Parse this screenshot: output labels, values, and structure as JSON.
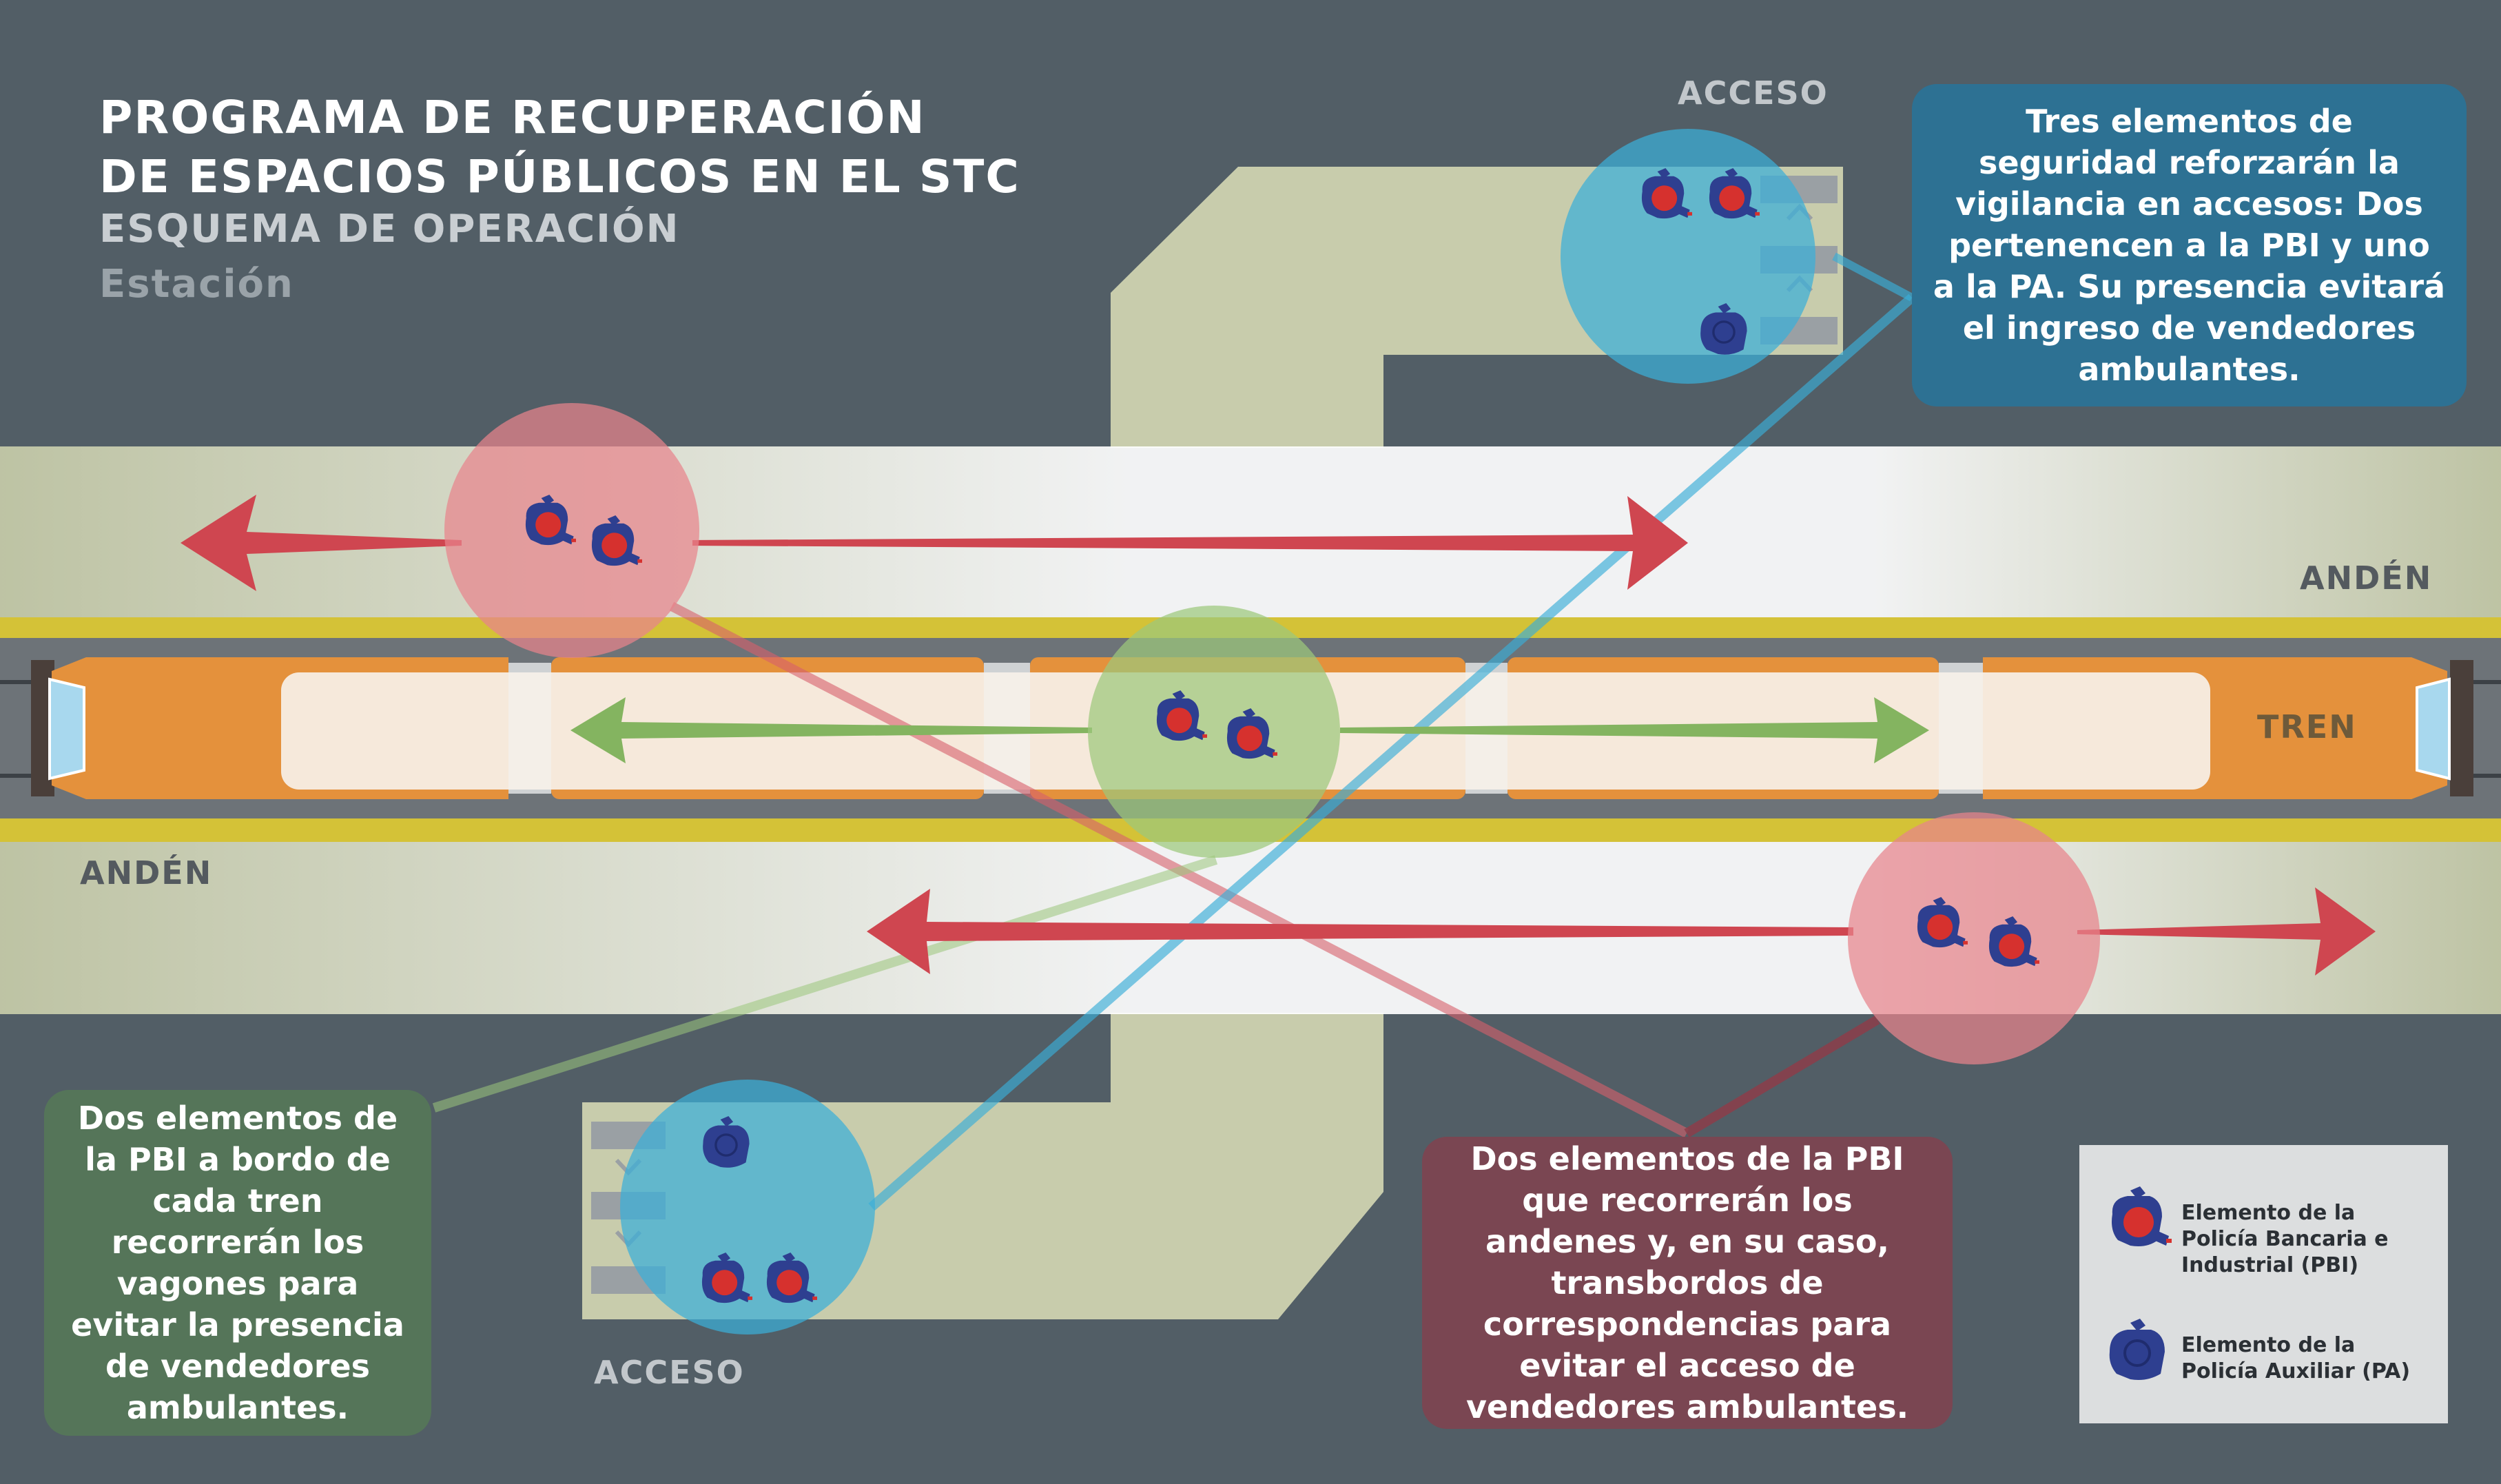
{
  "title": {
    "line1": "PROGRAMA DE RECUPERACIÓN",
    "line2": "DE ESPACIOS PÚBLICOS EN EL STC",
    "subtitle": "ESQUEMA DE OPERACIÓN",
    "station": "Estación"
  },
  "labels": {
    "access_top": "ACCESO",
    "access_bottom": "ACCESO",
    "platform_top": "ANDÉN",
    "platform_bottom": "ANDÉN",
    "train": "TREN"
  },
  "callouts": {
    "access_security": "Tres elementos de seguridad reforzarán la vigilancia en accesos: Dos pertenencen a la PBI y uno a la PA. Su presencia evitará el ingreso de vendedores ambulantes.",
    "train_security": "Dos elementos de la PBI a bordo de cada tren recorrerán los vagones para evitar la presencia de vendedores ambulantes.",
    "platform_security": "Dos elementos de la PBI que recorrerán los andenes y, en su caso, transbordos de correspondencias para evitar el acceso de vendedores ambulantes."
  },
  "legend": {
    "pbi": "Elemento de la Policía Bancaria e Industrial (PBI)",
    "pa": "Elemento de la Policía Auxiliar (PA)"
  },
  "colors": {
    "background": "#525e66",
    "platform": "#d4d9bf",
    "corridor": "#c8ccac",
    "train": "#e4913c",
    "rail_stripe": "#d4c237",
    "zone_platform": "#e8848c",
    "zone_train": "#9cc77c",
    "zone_access": "#3aaed8",
    "arrow_red": "#cf4650",
    "arrow_green": "#84b460",
    "pbi_uniform": "#2e3f90",
    "pbi_head": "#d6312e",
    "pa_uniform": "#2e3f90"
  },
  "icons": {
    "pbi": "police-pbi-icon",
    "pa": "police-pa-icon"
  }
}
